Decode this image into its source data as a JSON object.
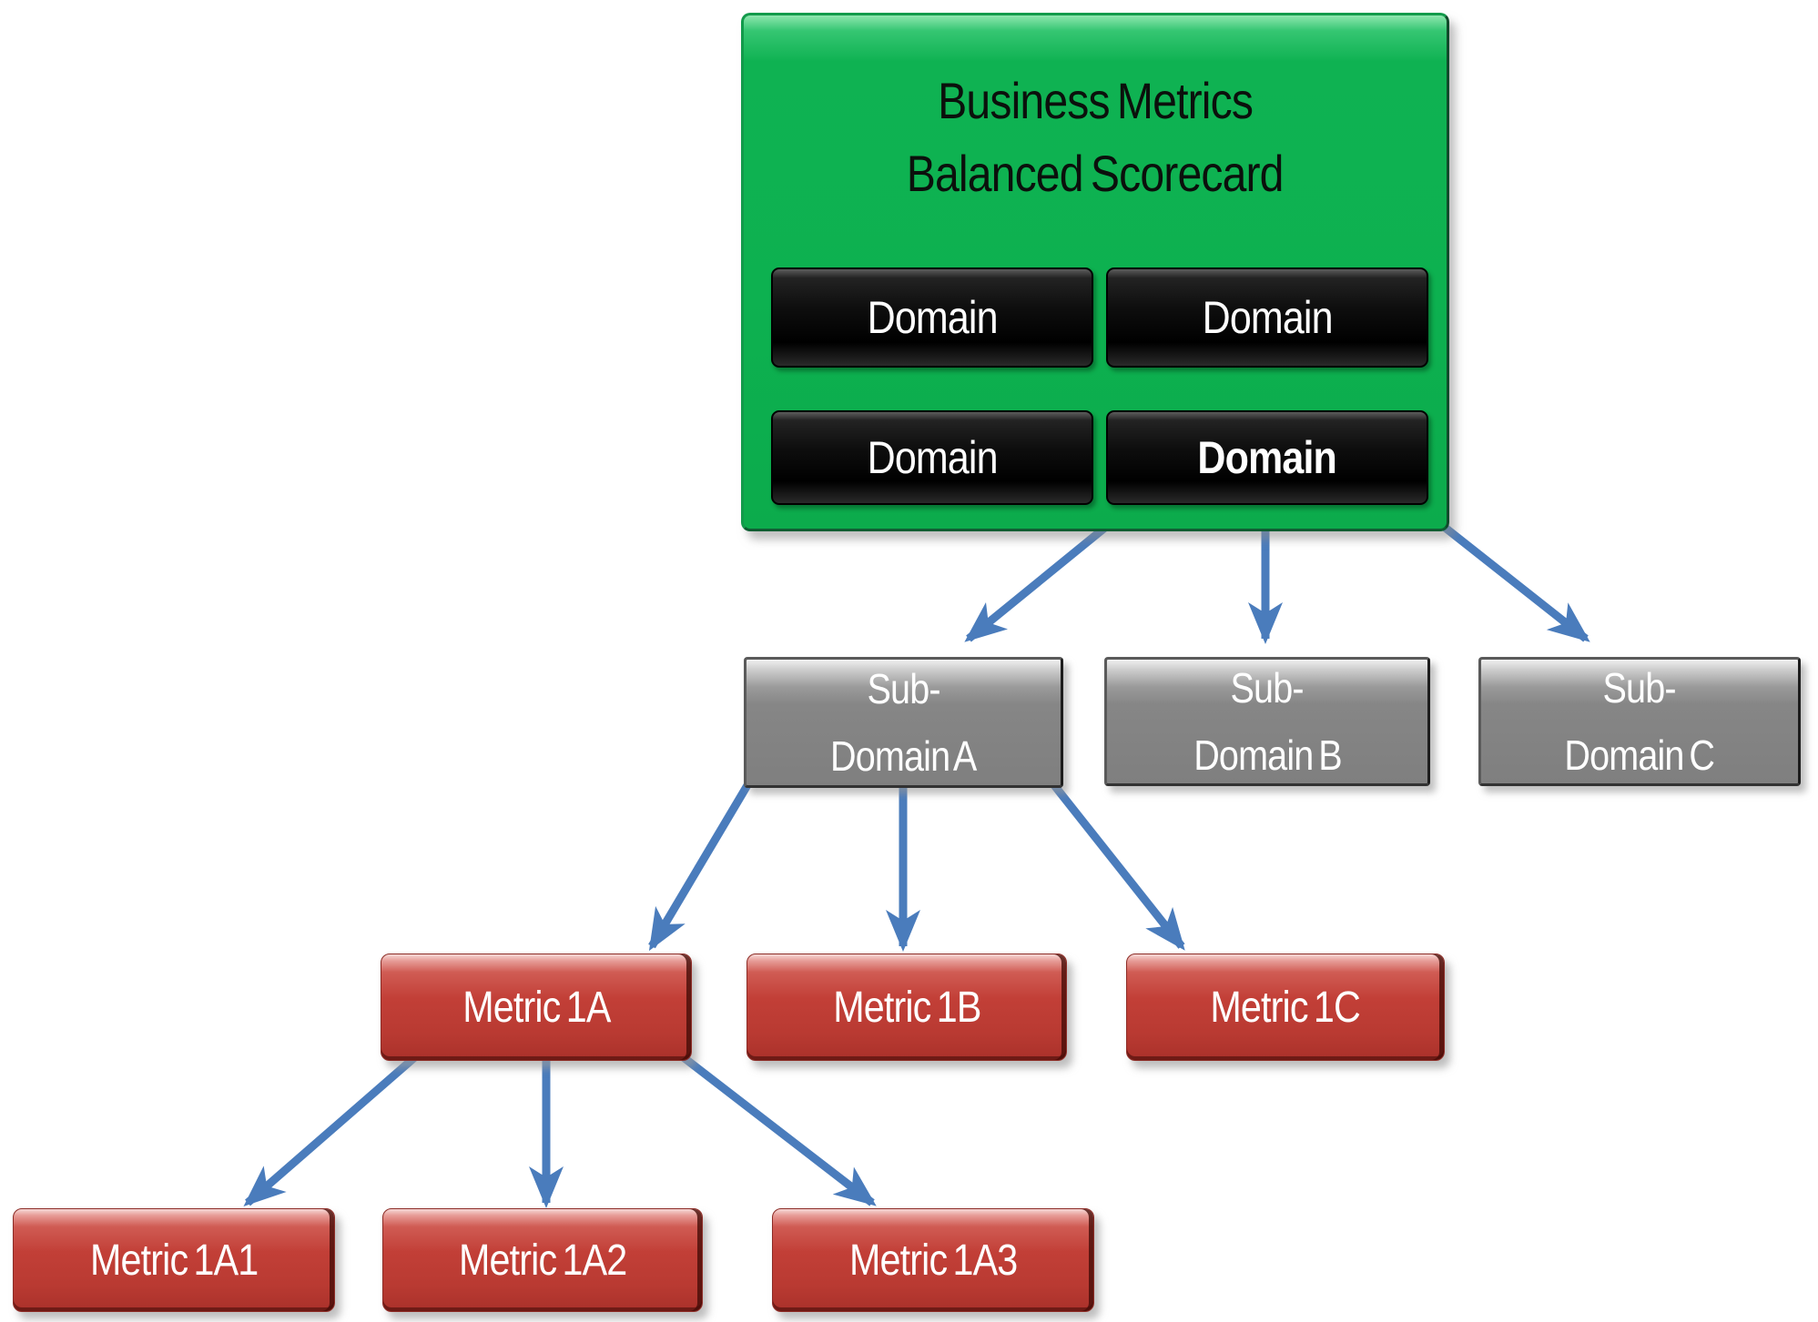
{
  "diagram": {
    "root": {
      "title_line1": "Business Metrics",
      "title_line2": "Balanced Scorecard",
      "domains": [
        {
          "label": "Domain",
          "bold": false
        },
        {
          "label": "Domain",
          "bold": false
        },
        {
          "label": "Domain",
          "bold": false
        },
        {
          "label": "Domain",
          "bold": true
        }
      ]
    },
    "subdomains": [
      {
        "line1": "Sub-",
        "line2": "Domain A"
      },
      {
        "line1": "Sub-",
        "line2": "Domain B"
      },
      {
        "line1": "Sub-",
        "line2": "Domain C"
      }
    ],
    "metrics_level1": [
      "Metric 1A",
      "Metric 1B",
      "Metric 1C"
    ],
    "metrics_level2": [
      "Metric 1A1",
      "Metric 1A2",
      "Metric 1A3"
    ]
  },
  "colors": {
    "scorecard_green": "#0db150",
    "domain_button_black": "#0b0b0b",
    "subdomain_gray": "#7f7f7f",
    "metric_red": "#c23f37",
    "arrow_blue": "#4a7cbc",
    "label_text": "#ffffff",
    "title_text": "#0b100c"
  }
}
